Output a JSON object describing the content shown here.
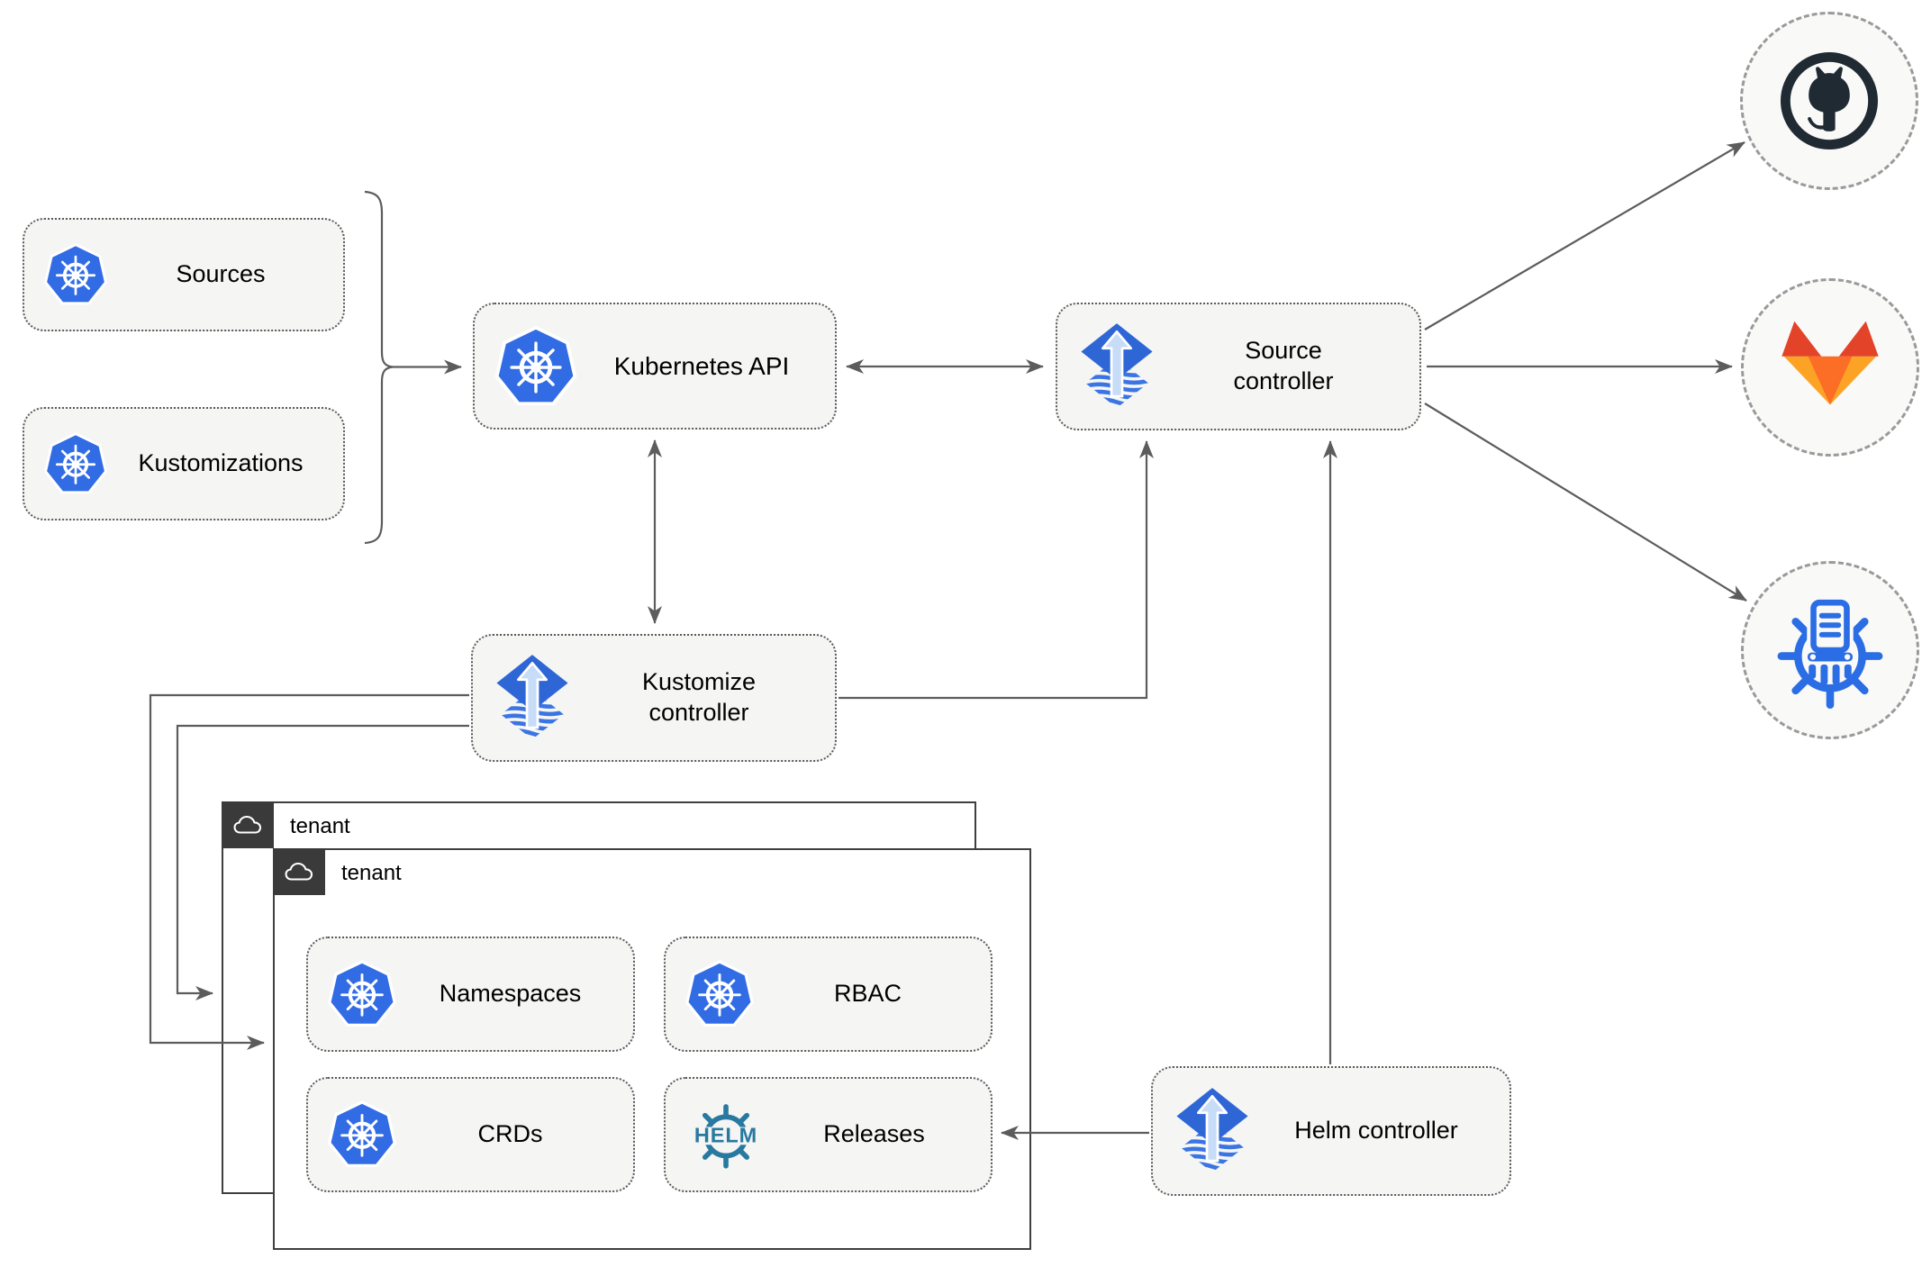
{
  "nodes": {
    "sources": {
      "label": "Sources",
      "icon": "kubernetes-icon"
    },
    "kustomizations": {
      "label": "Kustomizations",
      "icon": "kubernetes-icon"
    },
    "kubernetes_api": {
      "label": "Kubernetes API",
      "icon": "kubernetes-icon"
    },
    "source_controller": {
      "label": "Source controller",
      "icon": "flux-icon"
    },
    "kustomize_controller": {
      "label": "Kustomize controller",
      "icon": "flux-icon"
    },
    "helm_controller": {
      "label": "Helm controller",
      "icon": "flux-icon"
    },
    "namespaces": {
      "label": "Namespaces",
      "icon": "kubernetes-icon"
    },
    "rbac": {
      "label": "RBAC",
      "icon": "kubernetes-icon"
    },
    "crds": {
      "label": "CRDs",
      "icon": "kubernetes-icon"
    },
    "releases": {
      "label": "Releases",
      "icon": "helm-icon"
    }
  },
  "tenants": {
    "outer": {
      "label": "tenant",
      "icon": "cloud-icon"
    },
    "inner": {
      "label": "tenant",
      "icon": "cloud-icon"
    }
  },
  "external_targets": {
    "github": {
      "icon": "github-icon"
    },
    "gitlab": {
      "icon": "gitlab-icon"
    },
    "chart_repository": {
      "icon": "chartmuseum-icon"
    }
  },
  "edges": [
    {
      "from": "sources-kustomizations-group",
      "to": "kubernetes-api",
      "arrows": "end"
    },
    {
      "from": "kubernetes-api",
      "to": "source-controller",
      "arrows": "both"
    },
    {
      "from": "kubernetes-api",
      "to": "kustomize-controller",
      "arrows": "both"
    },
    {
      "from": "kustomize-controller",
      "to": "source-controller",
      "arrows": "end"
    },
    {
      "from": "helm-controller",
      "to": "source-controller",
      "arrows": "end"
    },
    {
      "from": "helm-controller",
      "to": "releases",
      "arrows": "end"
    },
    {
      "from": "kustomize-controller",
      "to": "tenant-outer",
      "arrows": "end"
    },
    {
      "from": "kustomize-controller",
      "to": "tenant-inner",
      "arrows": "end"
    },
    {
      "from": "source-controller",
      "to": "github",
      "arrows": "end"
    },
    {
      "from": "source-controller",
      "to": "gitlab",
      "arrows": "end"
    },
    {
      "from": "source-controller",
      "to": "chart-repository",
      "arrows": "end"
    }
  ],
  "colors": {
    "kubernetes_blue": "#326ce5",
    "flux_blue": "#2f66d6",
    "flux_light_arrow": "#c7dcf6",
    "flux_stripe_blue": "#3b74e3",
    "helm_teal": "#2879a0",
    "chartmuseum_blue": "#2b6de4",
    "github_dark": "#1f2a33",
    "gitlab_red": "#e24329",
    "gitlab_orange": "#fc6d26",
    "gitlab_light_orange": "#fca326",
    "arrow_gray": "#5c5c5c",
    "node_fill": "#f5f5f4",
    "tenant_tab_gray": "#3a3a3a"
  }
}
